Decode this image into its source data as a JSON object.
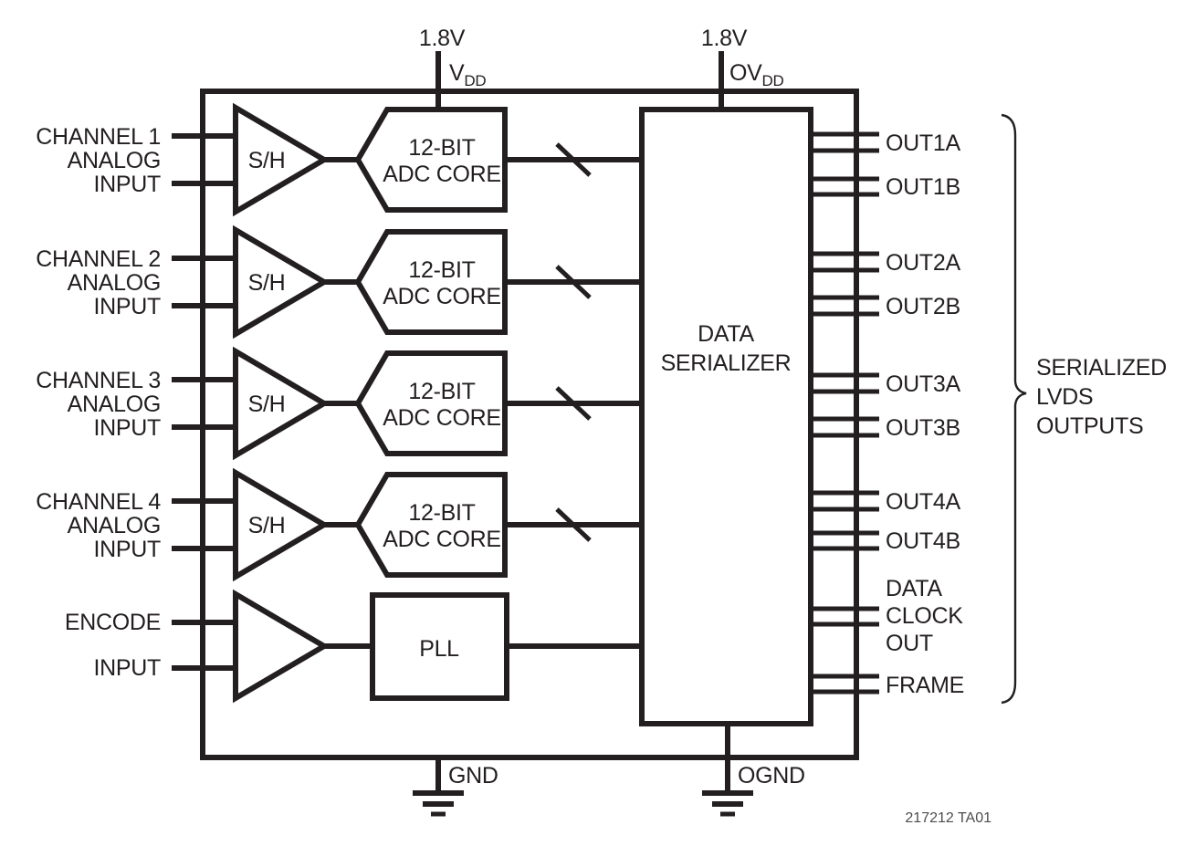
{
  "colors": {
    "ink": "#231f20",
    "caption": "#4d4d4f",
    "background": "#ffffff"
  },
  "power_rails": [
    {
      "voltage": "1.8V",
      "name": "V",
      "sub": "DD"
    },
    {
      "voltage": "1.8V",
      "name": "OV",
      "sub": "DD"
    }
  ],
  "channels": [
    {
      "label_lines": [
        "CHANNEL 1",
        "ANALOG",
        "INPUT"
      ],
      "sh_label": "S/H",
      "adc_lines": [
        "12-BIT",
        "ADC CORE"
      ]
    },
    {
      "label_lines": [
        "CHANNEL 2",
        "ANALOG",
        "INPUT"
      ],
      "sh_label": "S/H",
      "adc_lines": [
        "12-BIT",
        "ADC CORE"
      ]
    },
    {
      "label_lines": [
        "CHANNEL 3",
        "ANALOG",
        "INPUT"
      ],
      "sh_label": "S/H",
      "adc_lines": [
        "12-BIT",
        "ADC CORE"
      ]
    },
    {
      "label_lines": [
        "CHANNEL 4",
        "ANALOG",
        "INPUT"
      ],
      "sh_label": "S/H",
      "adc_lines": [
        "12-BIT",
        "ADC CORE"
      ]
    }
  ],
  "encode": {
    "label_lines": [
      "ENCODE",
      "INPUT"
    ],
    "pll_label": "PLL"
  },
  "serializer": {
    "label_lines": [
      "DATA",
      "SERIALIZER"
    ]
  },
  "outputs": [
    {
      "label_lines": [
        "OUT1A"
      ]
    },
    {
      "label_lines": [
        "OUT1B"
      ]
    },
    {
      "label_lines": [
        "OUT2A"
      ]
    },
    {
      "label_lines": [
        "OUT2B"
      ]
    },
    {
      "label_lines": [
        "OUT3A"
      ]
    },
    {
      "label_lines": [
        "OUT3B"
      ]
    },
    {
      "label_lines": [
        "OUT4A"
      ]
    },
    {
      "label_lines": [
        "OUT4B"
      ]
    },
    {
      "label_lines": [
        "DATA",
        "CLOCK",
        "OUT"
      ]
    },
    {
      "label_lines": [
        "FRAME"
      ]
    }
  ],
  "output_group_label_lines": [
    "SERIALIZED",
    "LVDS",
    "OUTPUTS"
  ],
  "grounds": [
    {
      "label": "GND"
    },
    {
      "label": "OGND"
    }
  ],
  "caption": "217212 TA01"
}
